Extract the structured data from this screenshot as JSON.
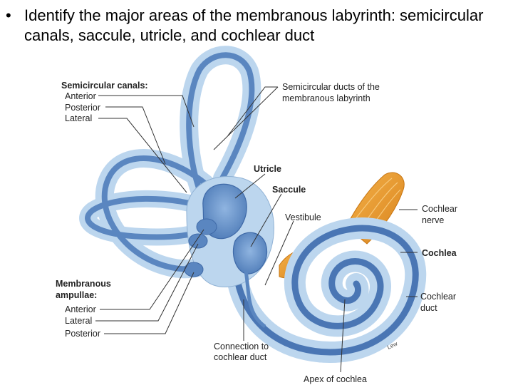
{
  "slide": {
    "bullet_char": "•",
    "bullet_text": "Identify the major areas of the membranous labyrinth: semicircular canals, saccule, utricle, and cochlear duct"
  },
  "labels": {
    "semicircular_canals": "Semicircular canals:",
    "anterior": "Anterior",
    "posterior": "Posterior",
    "lateral": "Lateral",
    "semicircular_ducts_1": "Semicircular ducts of the",
    "semicircular_ducts_2": "membranous labyrinth",
    "utricle": "Utricle",
    "saccule": "Saccule",
    "vestibule": "Vestibule",
    "cochlear_nerve_1": "Cochlear",
    "cochlear_nerve_2": "nerve",
    "cochlea": "Cochlea",
    "cochlear_duct_1": "Cochlear",
    "cochlear_duct_2": "duct",
    "membranous_ampullae_1": "Membranous",
    "membranous_ampullae_2": "ampullae:",
    "amp_anterior": "Anterior",
    "amp_lateral": "Lateral",
    "amp_posterior": "Posterior",
    "connection_1": "Connection to",
    "connection_2": "cochlear duct",
    "apex": "Apex of cochlea",
    "signature": "Lew"
  },
  "colors": {
    "bony_labyrinth": "#bcd6ee",
    "bony_outline": "#8fb1d4",
    "membranous_duct": "#5a86c0",
    "membranous_dark": "#3f6aa8",
    "nerve": "#e99a2a",
    "leader_line": "#333333"
  }
}
